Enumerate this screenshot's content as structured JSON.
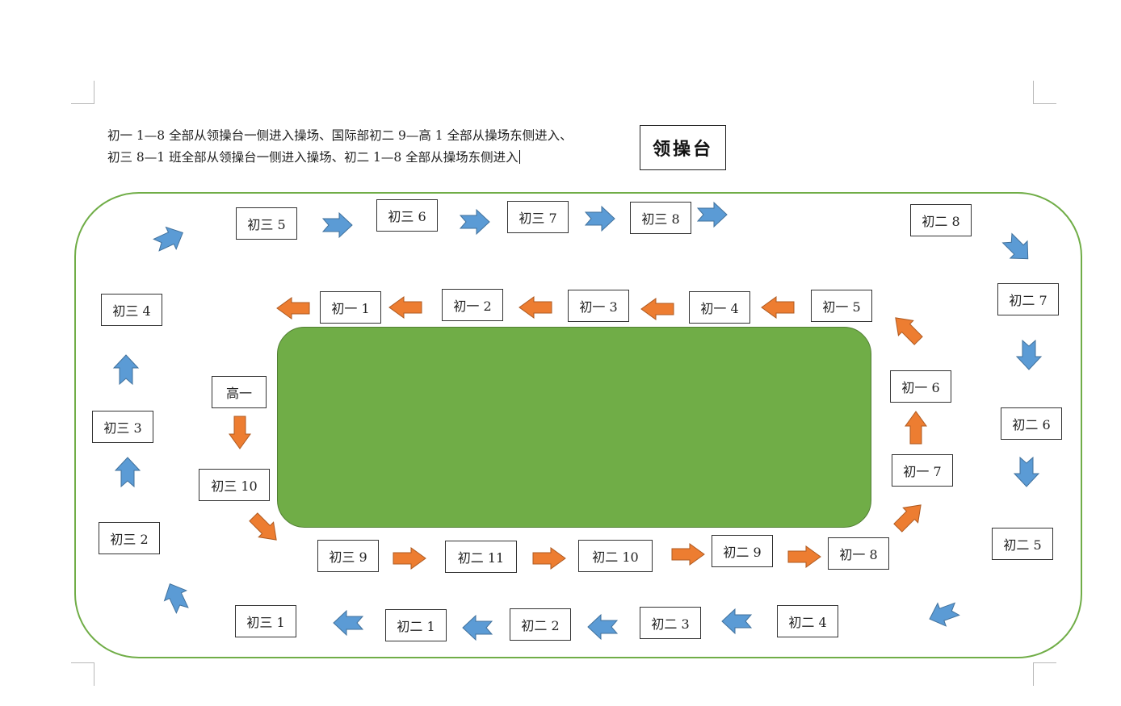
{
  "instructions": {
    "line1": "初一 1—8 全部从领操台一侧进入操场、国际部初二 9—高 1 全部从操场东侧进入、",
    "line2": "初三 8—1 班全部从领操台一侧进入操场、初二 1—8 全部从操场东侧进入"
  },
  "podium_label": "领操台",
  "classes": {
    "c3_5": "初三 5",
    "c3_6": "初三 6",
    "c3_7": "初三 7",
    "c3_8": "初三 8",
    "c2_8": "初二 8",
    "c2_7": "初二 7",
    "c2_6": "初二 6",
    "c2_5": "初二 5",
    "c2_4": "初二 4",
    "c2_3": "初二 3",
    "c2_2": "初二 2",
    "c2_1": "初二 1",
    "c3_1": "初三 1",
    "c3_2": "初三 2",
    "c3_3": "初三 3",
    "c3_4": "初三 4",
    "c1_1": "初一 1",
    "c1_2": "初一 2",
    "c1_3": "初一 3",
    "c1_4": "初一 4",
    "c1_5": "初一 5",
    "c1_6": "初一 6",
    "c1_7": "初一 7",
    "c1_8": "初一 8",
    "c2_9": "初二 9",
    "c2_10": "初二 10",
    "c2_11": "初二 11",
    "c3_9": "初三 9",
    "c3_10": "初三 10",
    "g1": "高一"
  },
  "colors": {
    "outer_arrow": "#5b9bd5",
    "inner_arrow": "#ed7d31",
    "field": "#70ad47",
    "track_border": "#70ad47"
  }
}
